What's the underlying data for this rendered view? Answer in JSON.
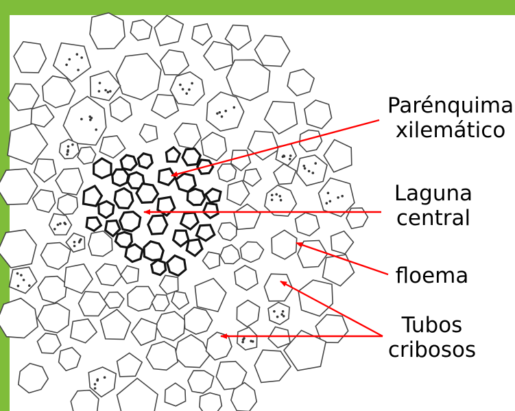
{
  "colors": {
    "border": "#7fbd3a",
    "background": "#ffffff",
    "arrow": "#ff0000",
    "cell_wall": "#555555",
    "cell_wall_dark": "#111111"
  },
  "labels": {
    "parenquima_line1": "Parénquima",
    "parenquima_line2": "xilemático",
    "laguna_line1": "Laguna",
    "laguna_line2": "central",
    "floema": "floema",
    "tubos_line1": "Tubos",
    "tubos_line2": "cribosos"
  }
}
